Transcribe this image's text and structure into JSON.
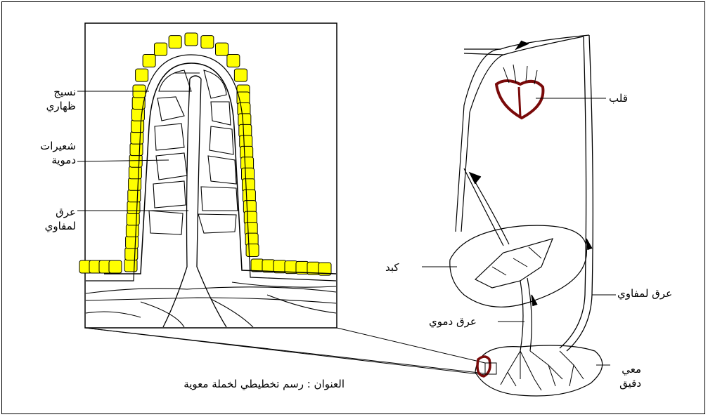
{
  "labels": {
    "epithelial_tissue": [
      "نسيج",
      "ظهاري"
    ],
    "capillaries": [
      "شعيرات",
      "دموية"
    ],
    "lacteal": [
      "عرق",
      "لمفاوي"
    ],
    "heart": "قلب",
    "liver": "كبد",
    "lymph_vessel": "عرق لمفاوي",
    "blood_vessel": "عرق دموي",
    "small_intestine": [
      "معي",
      "دقيق"
    ],
    "title": "العنوان  :   رسم تخطيطي لخملة معوية"
  },
  "colors": {
    "epithelium_fill": "#ffff00",
    "heart_stroke": "#7a0a0a",
    "line": "#000000",
    "background": "#ffffff"
  }
}
